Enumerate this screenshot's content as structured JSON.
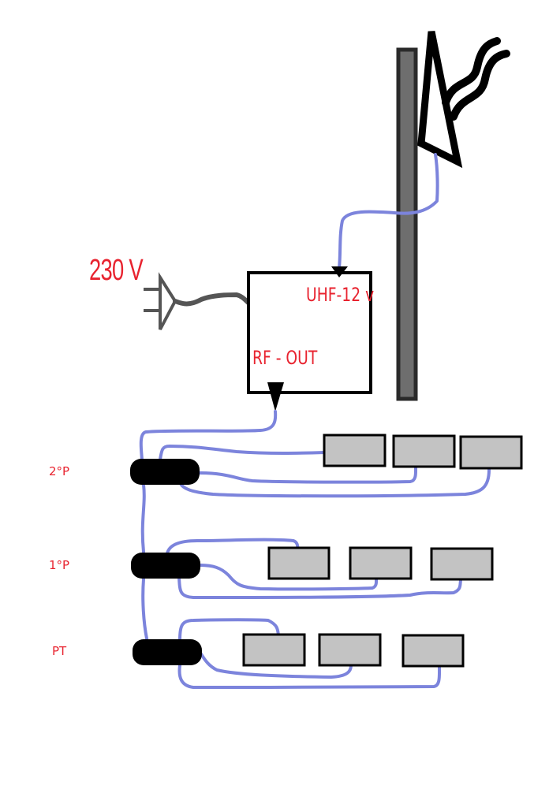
{
  "labels": {
    "power": "230 V",
    "uhf_input": "UHF-12 v",
    "rf_output": "RF - OUT"
  },
  "floors": [
    {
      "name": "2°P",
      "outlets": 3
    },
    {
      "name": "1°P",
      "outlets": 3
    },
    {
      "name": "PT",
      "outlets": 3
    }
  ],
  "colors": {
    "label": "#e8232f",
    "cable": "#7c84dc",
    "outlet_fill": "#c3c3c3",
    "mast": "#6e6e6e",
    "power_cord": "#555555"
  }
}
